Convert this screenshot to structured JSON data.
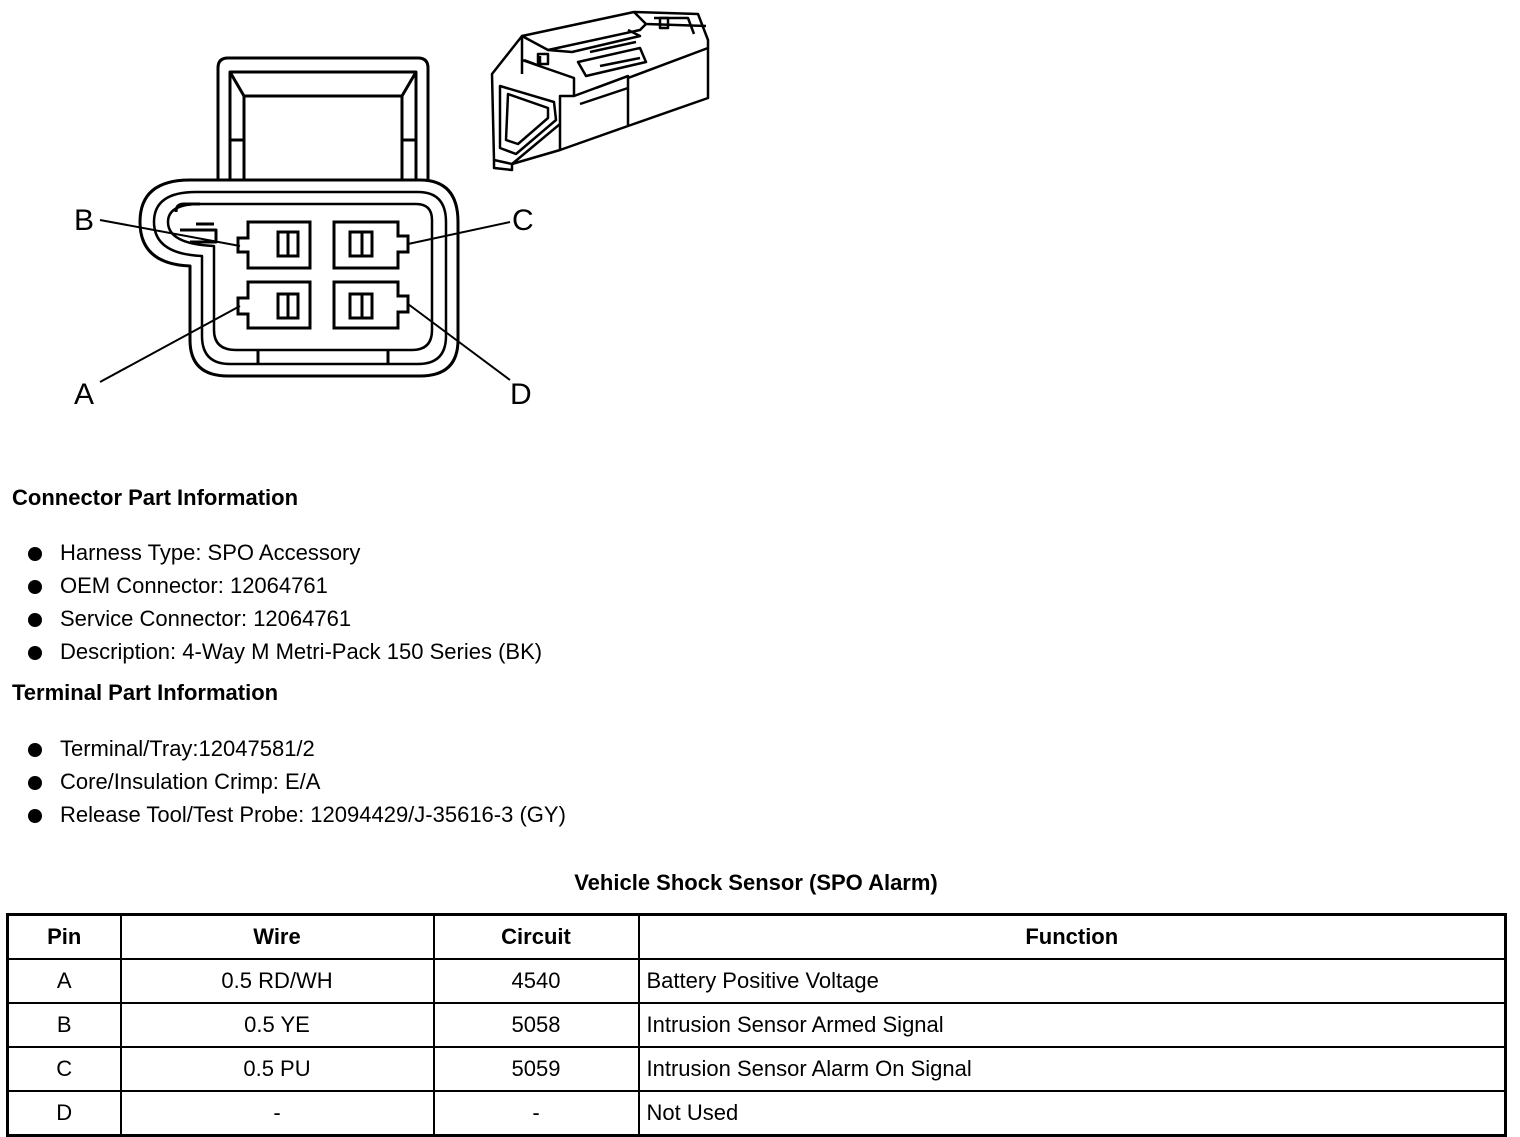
{
  "diagram": {
    "pin_labels": {
      "a": "A",
      "b": "B",
      "c": "C",
      "d": "D"
    }
  },
  "connector_info": {
    "title": "Connector Part Information",
    "items": [
      "Harness Type: SPO Accessory",
      "OEM Connector: 12064761",
      "Service Connector: 12064761",
      "Description: 4-Way M Metri-Pack 150 Series (BK)"
    ]
  },
  "terminal_info": {
    "title": "Terminal Part Information",
    "items": [
      "Terminal/Tray:12047581/2",
      "Core/Insulation Crimp: E/A",
      "Release Tool/Test Probe: 12094429/J-35616-3 (GY)"
    ]
  },
  "pin_table": {
    "title": "Vehicle Shock Sensor (SPO Alarm)",
    "headers": [
      "Pin",
      "Wire",
      "Circuit",
      "Function"
    ],
    "rows": [
      [
        "A",
        "0.5 RD/WH",
        "4540",
        "Battery Positive Voltage"
      ],
      [
        "B",
        "0.5 YE",
        "5058",
        "Intrusion Sensor Armed Signal"
      ],
      [
        "C",
        "0.5 PU",
        "5059",
        "Intrusion Sensor Alarm On Signal"
      ],
      [
        "D",
        "-",
        "-",
        "Not Used"
      ]
    ]
  }
}
